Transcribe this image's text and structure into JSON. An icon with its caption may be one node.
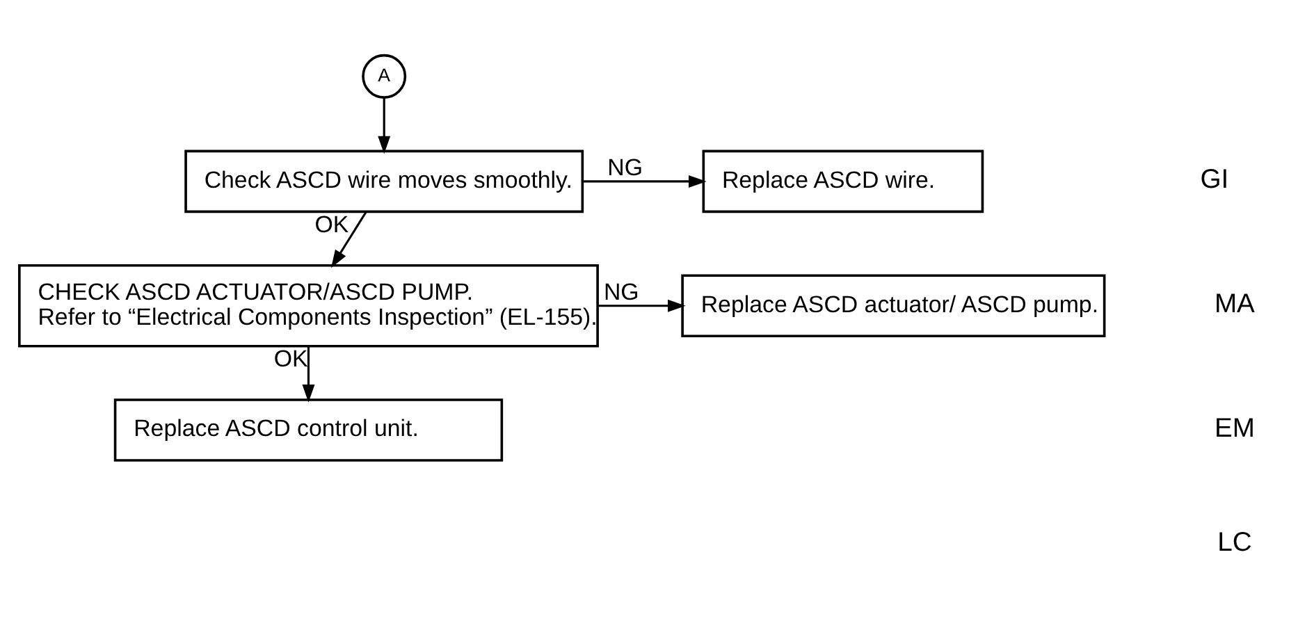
{
  "diagram": {
    "nodes": [
      {
        "text": [
          "A"
        ]
      },
      {
        "text": [
          "Check ASCD wire moves smoothly."
        ]
      },
      {
        "text": [
          "Replace ASCD wire."
        ]
      },
      {
        "text": [
          "CHECK ASCD ACTUATOR/ASCD PUMP.",
          "Refer to “Electrical Components Inspection” (EL-155)."
        ]
      },
      {
        "text": [
          "Replace ASCD actuator/ ASCD pump."
        ]
      },
      {
        "text": [
          "Replace ASCD control unit."
        ]
      }
    ],
    "edges": [
      {
        "from": 0,
        "to": 1,
        "arrow": "to"
      },
      {
        "from": 1,
        "to": 2,
        "arrow": "to",
        "label": "NG"
      },
      {
        "from": 1,
        "to": 3,
        "arrow": "to",
        "label": "OK"
      },
      {
        "from": 3,
        "to": 4,
        "arrow": "to",
        "label": "NG"
      },
      {
        "from": 3,
        "to": 5,
        "arrow": "to",
        "label": "OK"
      }
    ],
    "labels": [
      "GI",
      "MA",
      "EM",
      "LC"
    ]
  }
}
